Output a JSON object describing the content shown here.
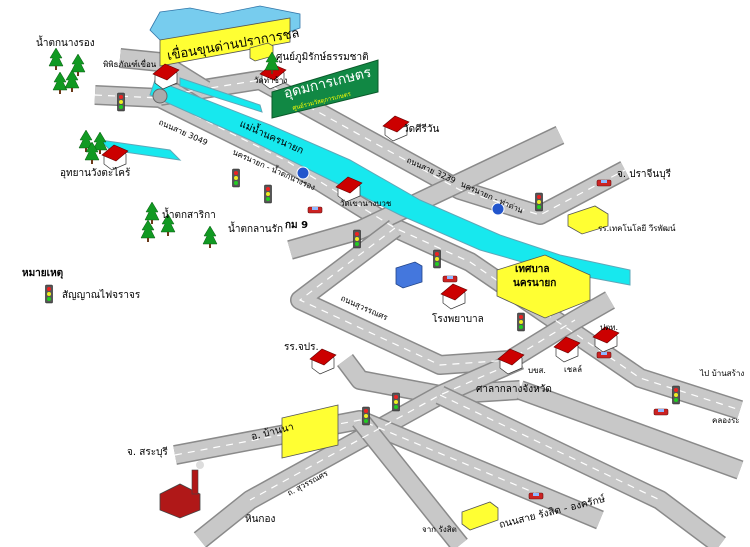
{
  "colors": {
    "road": "#c8c8c8",
    "road_edge": "#8a8a8a",
    "river": "#17e8ee",
    "building_yellow": "#ffff33",
    "roof_red": "#cc0000",
    "tree_green": "#119922",
    "banner_green": "#118844"
  },
  "map": {
    "labels": {
      "dam": "เขื่อนขุนด่านปราการชล",
      "nature_center": "ศูนย์ภูมิรักษ์ธรรมชาติ",
      "museum": "พิพิธภัณฑ์เขื่อน",
      "waterfall_nangrong": "น้ำตกนางรอง",
      "wat_tha_chang": "วัดท่าช้าง",
      "udom_banner": "อุดมการเกษตร",
      "udom_banner_sub": "ศูนย์รวมวัสดุการเกษตร",
      "river": "แม่น้ำนครนายก",
      "wat_si_rawan": "วัดศีรีวัน",
      "park_wang_takrai": "อุทยานวังตะไคร้",
      "road_3049": "ถนนสาย 3049",
      "road_3049_dir": "นครนายก - น้ำตกนางรอง",
      "road_3239": "ถนนสาย 3239",
      "road_3239_dir": "นครนายก - ท่าด่าน",
      "prachinburi": "จ. ปราจีนบุรี",
      "wat_khao_nang_buat": "วัดเขานางบวช",
      "waterfall_sarika": "น้ำตกสาริกา",
      "waterfall_lan_rak": "น้ำตกลานรัก",
      "km9": "กม 9",
      "tech_school": "รร.เทคโนโลยี วีรพัฒน์",
      "municipality": "เทศบาล",
      "municipality2": "นครนายก",
      "legend_title": "หมายเหตุ",
      "legend_signal": "สัญญาณไฟจราจร",
      "suwannasorn_road": "ถนนสุวรรณศร",
      "hospital": "โรงพยาบาล",
      "police_station": "ปตท.",
      "shell": "เชลล์",
      "post_office": "บขส.",
      "school_jpr": "รร.จปร.",
      "city_hall": "ศาลากลางจังหวัด",
      "district_ban_na": "อ. บ้านนา",
      "to_ban_sang": "ไป บ้านสร้าง",
      "ongkharak_side": "คลองระ",
      "saraburi": "จ. สระบุรี",
      "suwannason_small": "ถ. สุวรรณศร",
      "hin_kong": "หินกอง",
      "from_rangsit": "จาก รังสิต",
      "road_rangsit": "ถนนสาย รังสิต - องครักษ์"
    }
  }
}
